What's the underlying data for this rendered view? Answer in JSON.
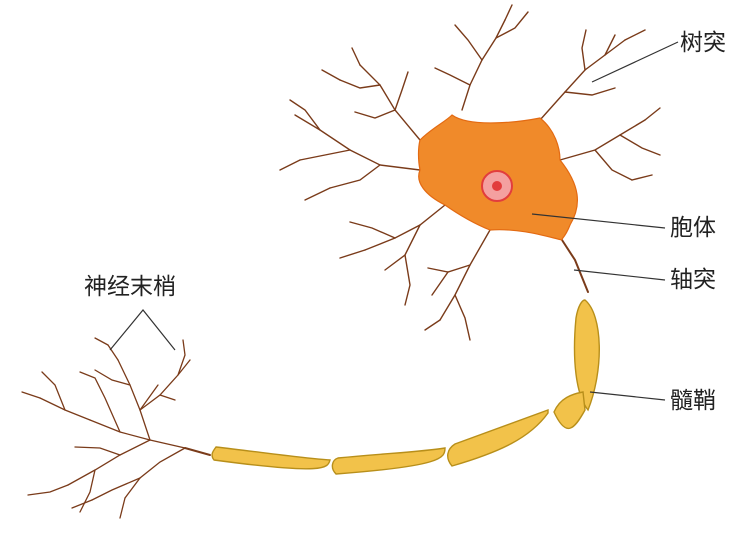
{
  "labels": {
    "dendrite": "树突",
    "cell_body": "胞体",
    "axon": "轴突",
    "myelin_sheath": "髓鞘",
    "nerve_endings": "神经末梢"
  },
  "colors": {
    "cell_body": "#f08a2a",
    "cell_body_dark": "#e36a12",
    "nucleus": "#e23d3d",
    "nucleolus": "#f4a0a0",
    "branch": "#7a3b1a",
    "myelin": "#f2c24a",
    "myelin_edge": "#b88f1a",
    "leader_line": "#333333"
  }
}
